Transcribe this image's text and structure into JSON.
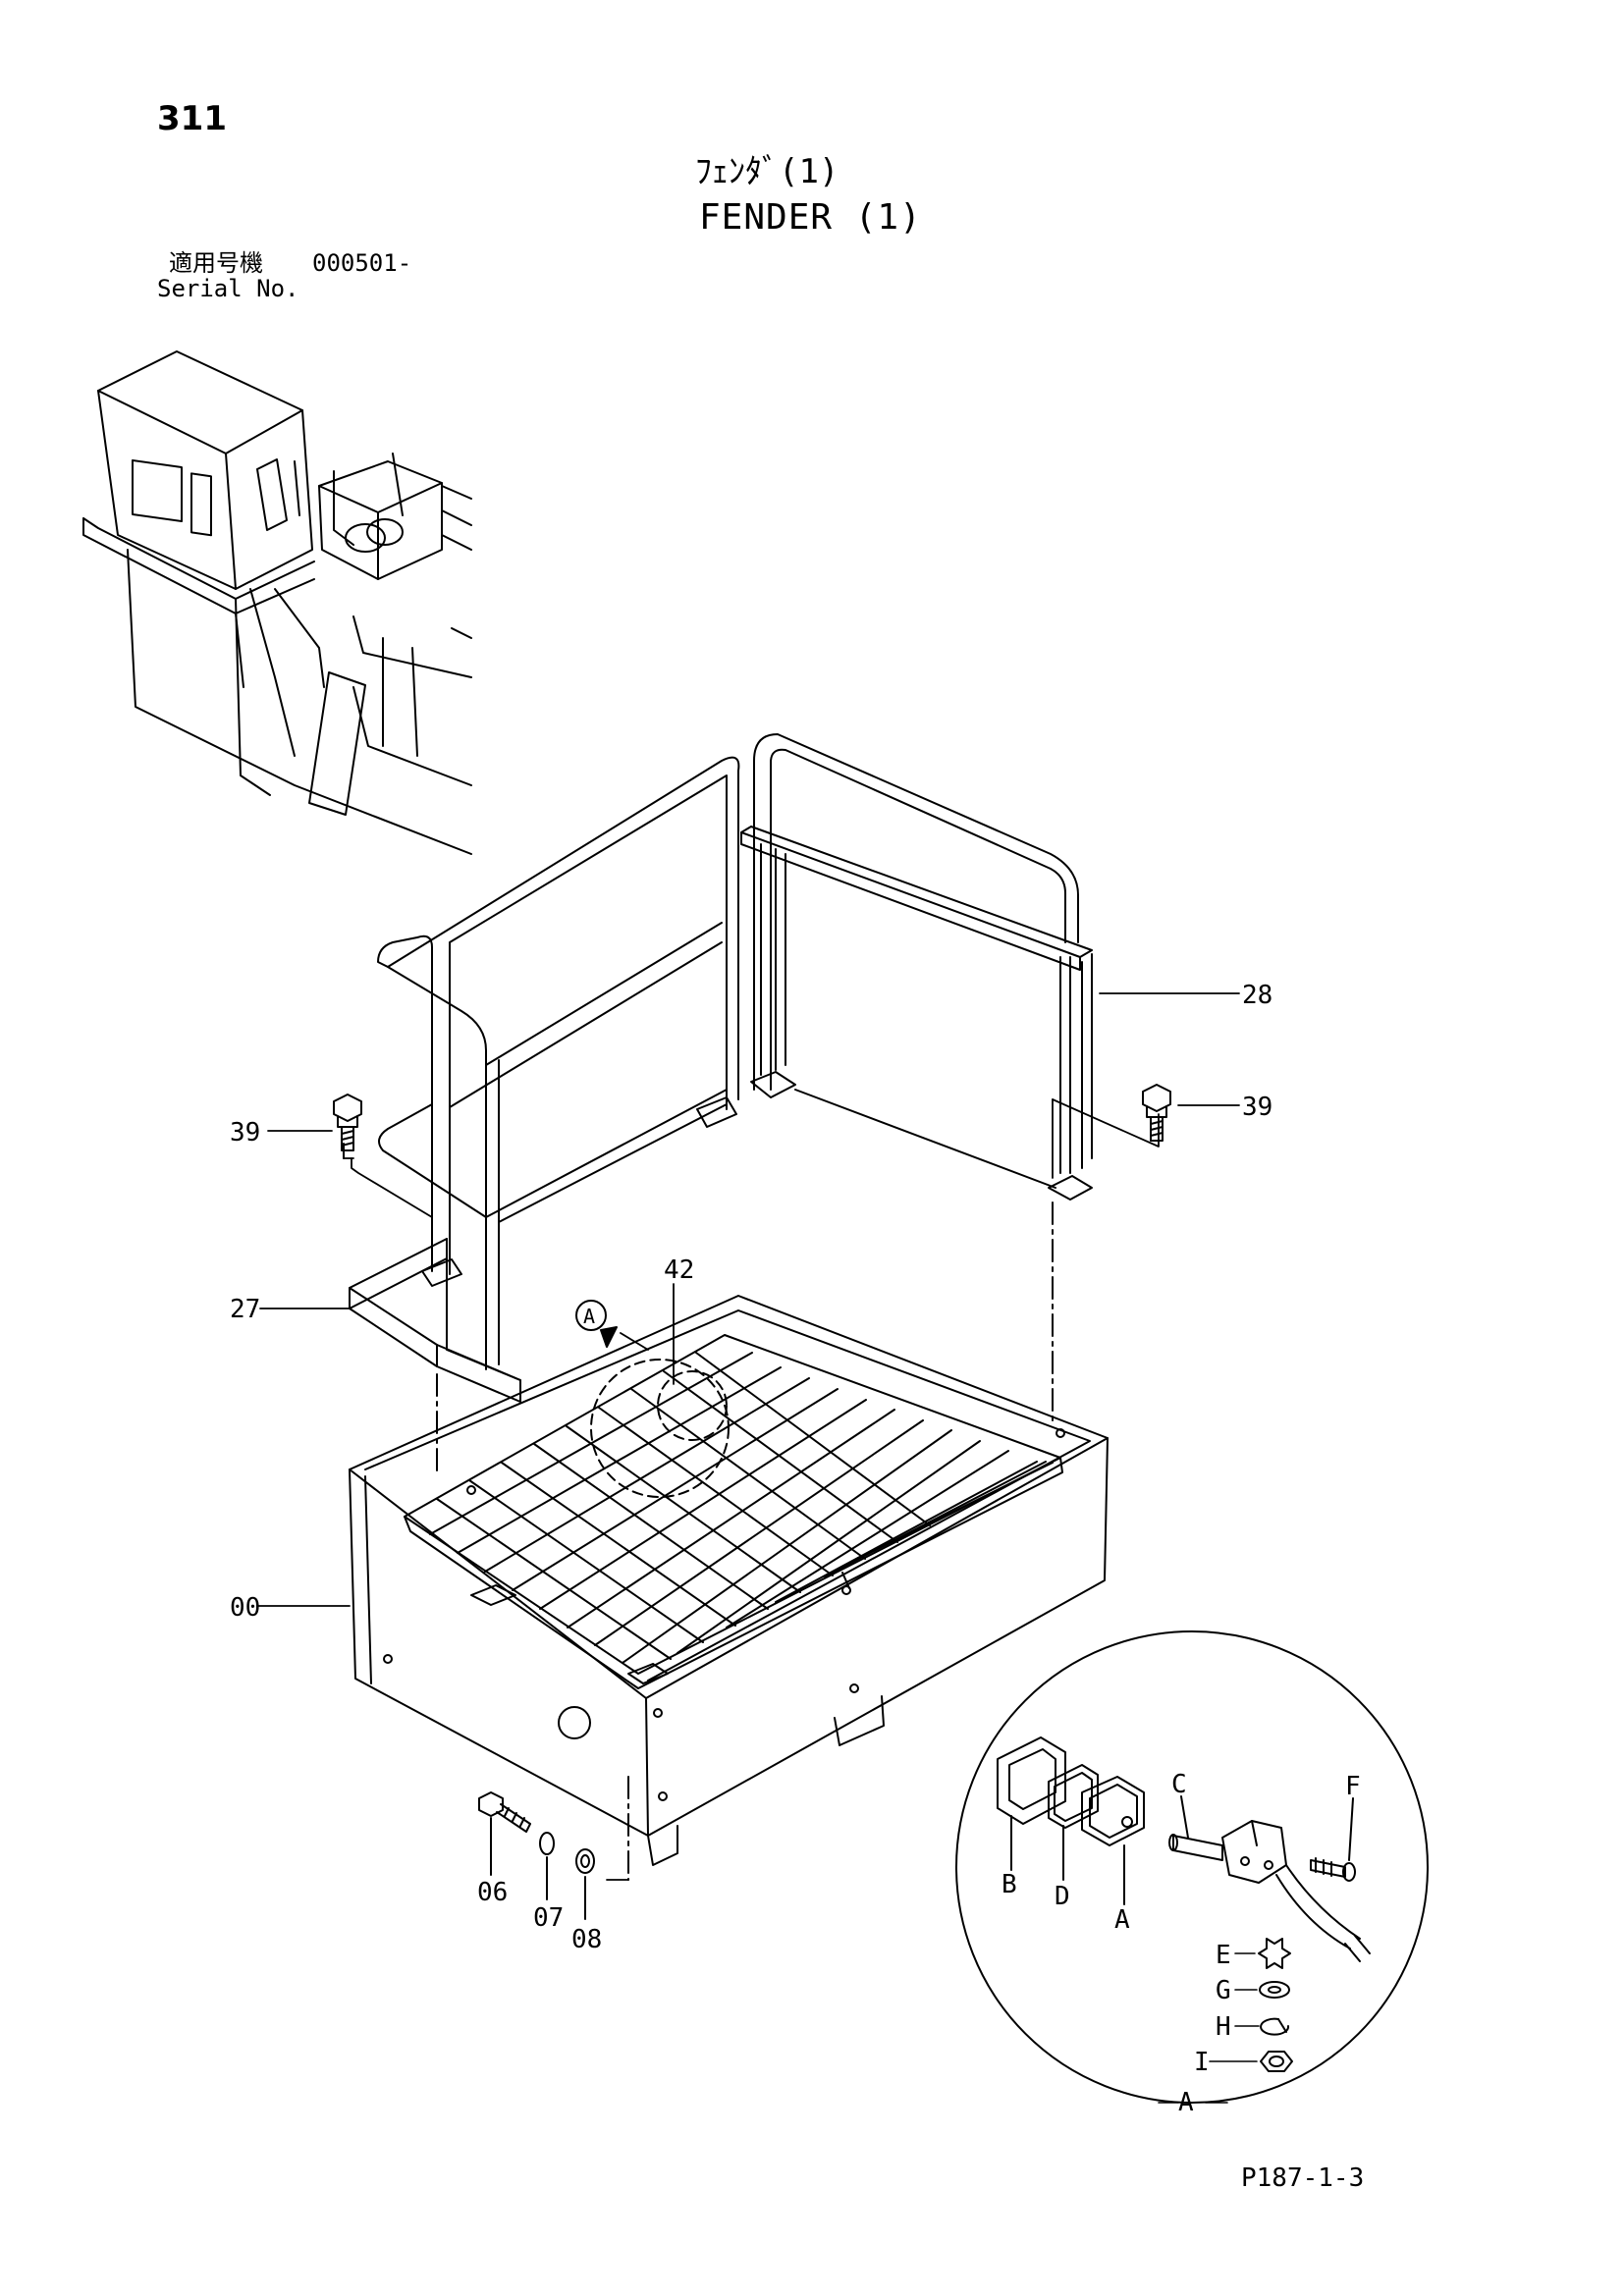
{
  "header": {
    "page_number": "311",
    "title_jp": "ﾌｪﾝﾀﾞ(1)",
    "title_en": "FENDER (1)",
    "serial_label_jp": "適用号機",
    "serial_value": "000501-",
    "serial_label_en": "Serial No."
  },
  "callouts": {
    "p28": "28",
    "p39_left": "39",
    "p39_right": "39",
    "p42": "42",
    "p27": "27",
    "p00": "00",
    "p06": "06",
    "p07": "07",
    "p08": "08",
    "view_a_marker": "A"
  },
  "detail_view": {
    "label": "A",
    "parts": {
      "A": "A",
      "B": "B",
      "C": "C",
      "D": "D",
      "E": "E",
      "F": "F",
      "G": "G",
      "H": "H",
      "I": "I"
    }
  },
  "footer": {
    "drawing_code": "P187-1-3"
  }
}
